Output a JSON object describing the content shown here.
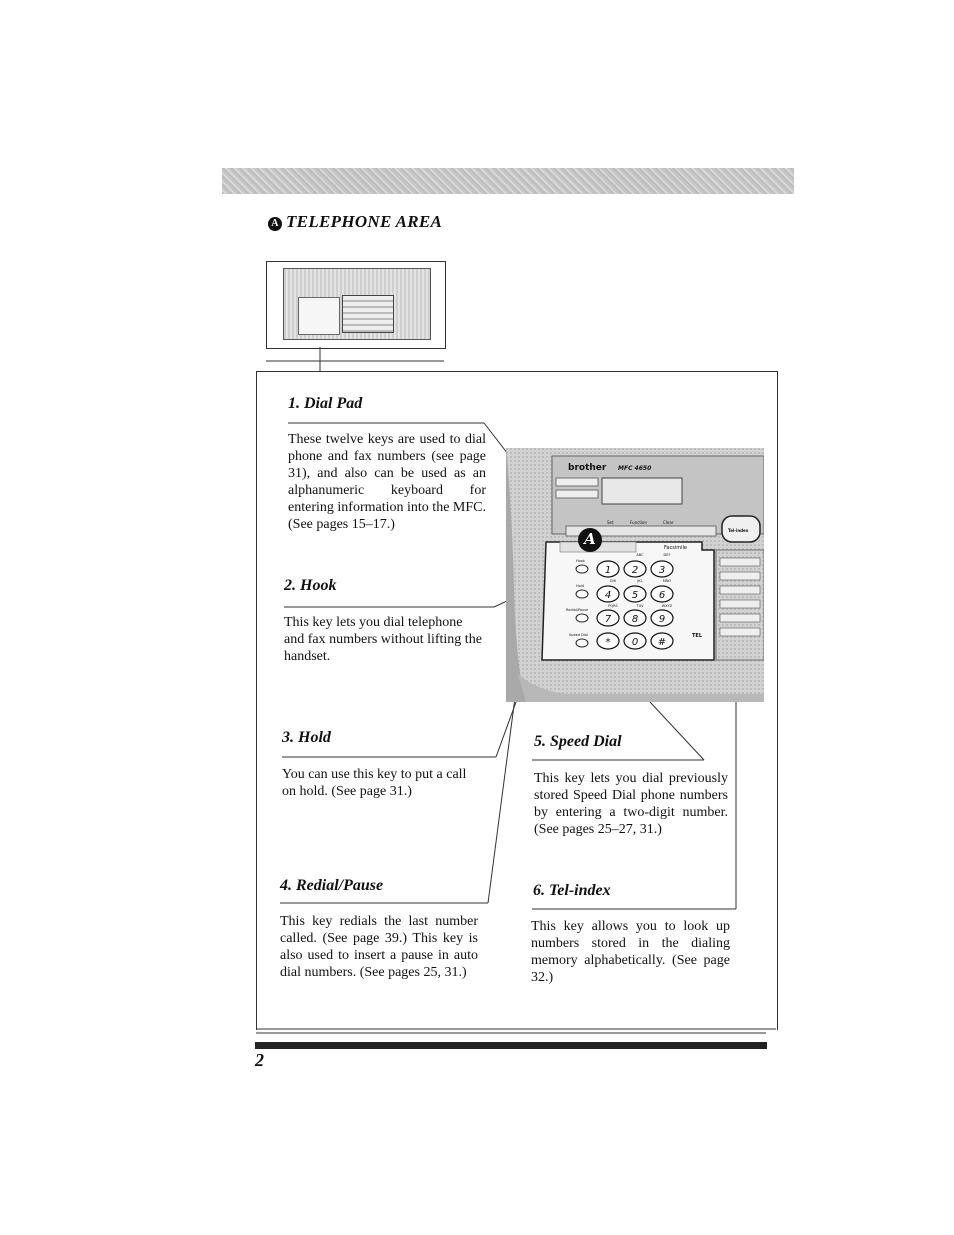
{
  "section": {
    "marker": "A",
    "title": "TELEPHONE AREA"
  },
  "items": [
    {
      "heading": "1. Dial Pad",
      "text": "These twelve keys are used to dial phone and fax numbers (see page 31), and also can be used as an alphanumeric keyboard for entering information into the MFC. (See pages 15–17.)"
    },
    {
      "heading": "2. Hook",
      "text": "This key lets you dial telephone and fax numbers without lifting the handset."
    },
    {
      "heading": "3. Hold",
      "text": "You can use this key to put a call on hold. (See page 31.)"
    },
    {
      "heading": "4. Redial/Pause",
      "text": "This key redials the last number called. (See page 39.) This key is also used to insert a pause in auto dial numbers. (See pages 25, 31.)"
    },
    {
      "heading": "5. Speed Dial",
      "text": "This key lets you dial previously stored Speed Dial phone numbers by entering a two-digit number. (See pages 25–27, 31.)"
    },
    {
      "heading": "6. Tel-index",
      "text": "This key allows you to look up numbers stored in the dialing memory alphabetically. (See page 32.)"
    }
  ],
  "illustration": {
    "brand": "brother",
    "model": "MFC 4650",
    "callout": "A",
    "label_facsimile": "Facsimile",
    "label_tel_index": "Tel-index",
    "label_hook": "Hook",
    "label_hold": "Hold",
    "label_redial": "Redial/Pause",
    "label_speed": "Speed Dial",
    "label_set": "Set",
    "label_function": "Function",
    "label_clear": "Clear",
    "label_tel": "TEL",
    "keys": [
      "1",
      "2",
      "3",
      "4",
      "5",
      "6",
      "7",
      "8",
      "9",
      "*",
      "0",
      "#"
    ],
    "sublabels": [
      "ABC",
      "DEF",
      "GHI",
      "JKL",
      "MNO",
      "PQRS",
      "TUV",
      "WXYZ"
    ]
  },
  "footer": {
    "page_number": "2"
  }
}
